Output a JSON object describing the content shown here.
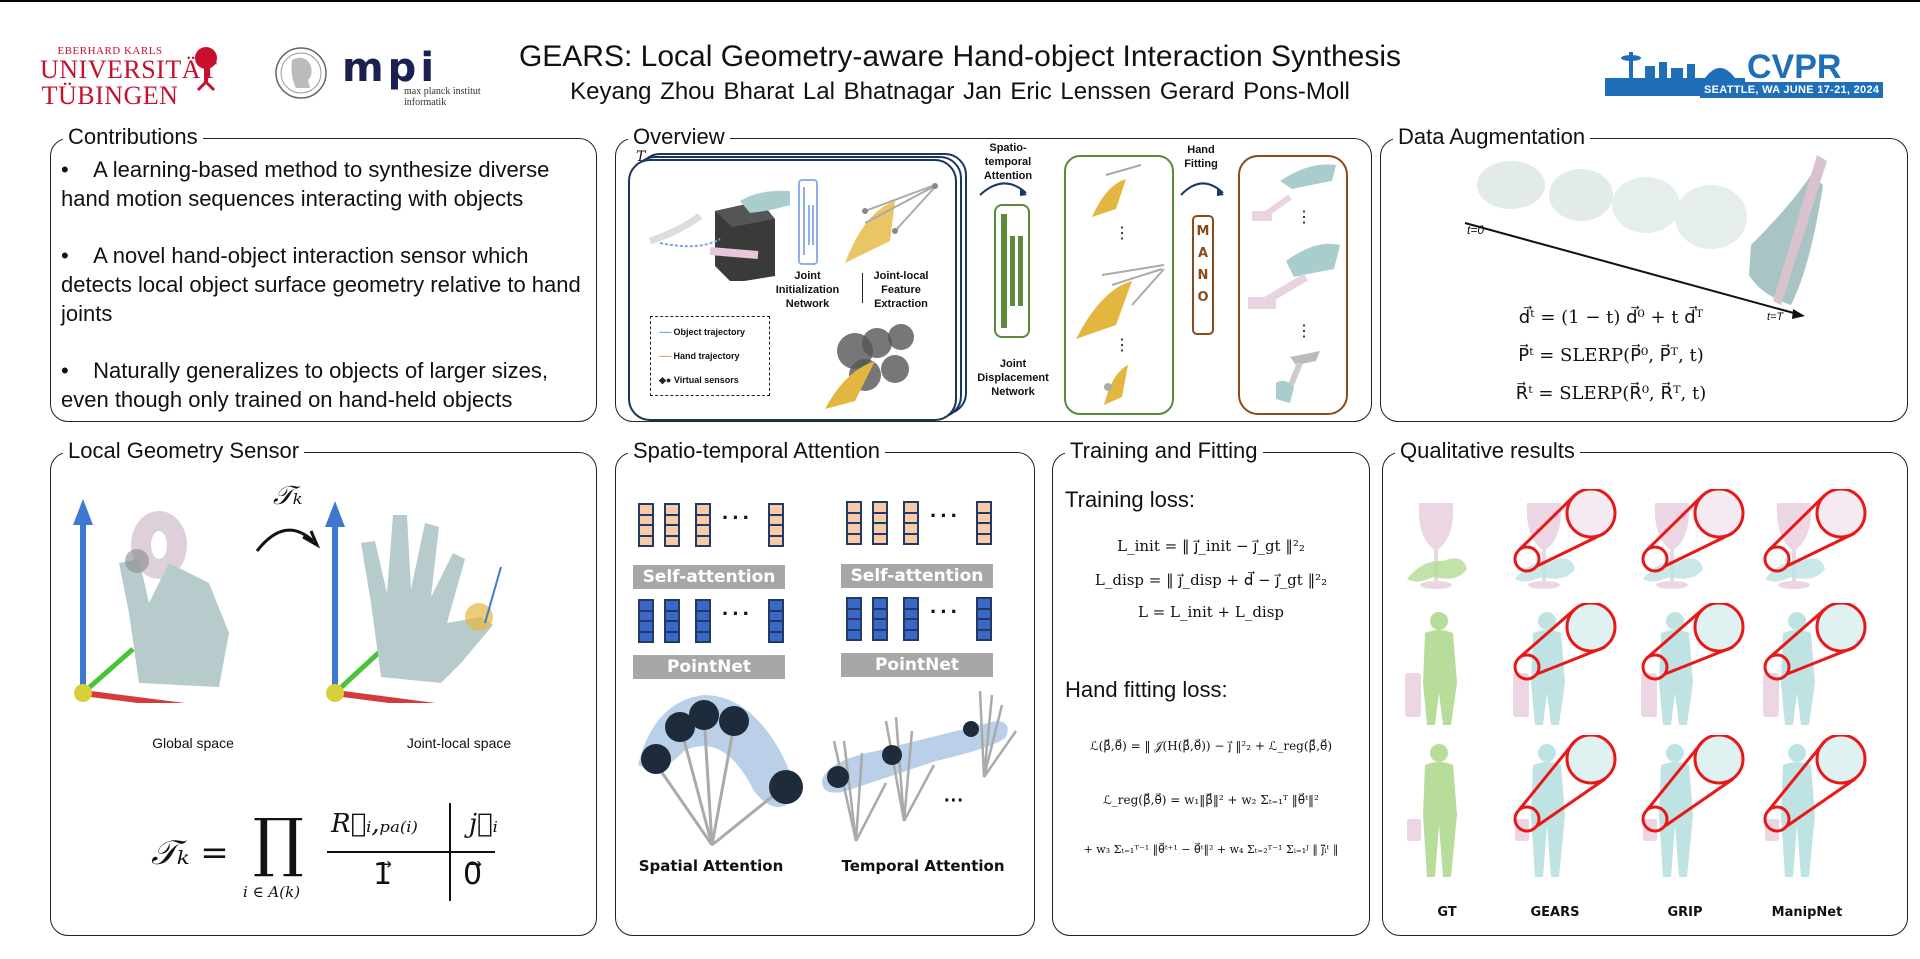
{
  "header": {
    "title": "GEARS: Local Geometry-aware Hand-object Interaction Synthesis",
    "authors": "Keyang Zhou  Bharat Lal Bhatnagar  Jan Eric Lenssen  Gerard Pons-Moll",
    "logos": {
      "tuebingen_line1": "EBERHARD KARLS",
      "tuebingen_line2": "UNIVERSITÄT",
      "tuebingen_line3": "TÜBINGEN",
      "mpi_mark": "mpi",
      "mpi_line1": "max planck institut",
      "mpi_line2": "informatik",
      "cvpr_word": "CVPR",
      "cvpr_sub": "SEATTLE, WA  JUNE 17-21, 2024"
    }
  },
  "contributions": {
    "title": "Contributions",
    "items": [
      "A learning-based method to synthesize diverse hand motion sequences interacting with objects",
      "A novel hand-object interaction sensor which detects local object surface geometry relative to hand joints",
      "Naturally generalizes to objects of larger sizes, even though only trained on hand-held objects"
    ],
    "bullet": "•"
  },
  "overview": {
    "title": "Overview",
    "stack_label": "T",
    "joint_init_label": "Joint Initialization Network",
    "feature_extraction_label": "Joint-local Feature Extraction",
    "legend": [
      "Object trajectory",
      "Hand trajectory",
      "Virtual sensors"
    ],
    "spatio_temporal_label": "Spatio-temporal Attention",
    "joint_disp_label": "Joint Displacement Network",
    "hand_fitting_label": "Hand Fitting",
    "mano_label": "MANO",
    "ellipsis": "⋮"
  },
  "data_augmentation": {
    "title": "Data Augmentation",
    "t_start": "t=0",
    "t_end": "t=T",
    "eq1": "d⃗ᵗ = (1 − t) d⃗⁰ + t d⃗ᵀ",
    "eq2": "P⃗ᵗ = SLERP(P⃗⁰, P⃗ᵀ, t)",
    "eq3": "R⃗ᵗ = SLERP(R⃗⁰, R⃗ᵀ, t)"
  },
  "local_geometry": {
    "title": "Local Geometry Sensor",
    "transform_label": "𝒯ₖ",
    "global_label": "Global space",
    "local_label": "Joint-local space",
    "eq_lhs": "𝒯ₖ =",
    "eq_prod": "∏",
    "eq_sub": "i ∈ A(k)",
    "eq_r": "R⃗ᵢ,ₚₐ₍ᵢ₎",
    "eq_j": "j⃗ᵢ",
    "eq_one": "1⃗",
    "eq_zero": "0⃗"
  },
  "spatio_temporal": {
    "title": "Spatio-temporal Attention",
    "self_attention": "Self-attention",
    "pointnet": "PointNet",
    "dots": "···",
    "spatial_label": "Spatial Attention",
    "temporal_label": "Temporal Attention",
    "colors": {
      "token_orange": "#f7cba8",
      "token_blue": "#3a68c4",
      "token_border": "#223a6a",
      "highlight": "#b9d0e8",
      "sensor": "#1d2b3a"
    }
  },
  "training": {
    "title": "Training and Fitting",
    "training_loss_label": "Training loss:",
    "eq_init": "L_init = ‖ j⃗_init − j⃗_gt ‖²₂",
    "eq_disp": "L_disp = ‖ j⃗_disp + d⃗ − j⃗_gt ‖²₂",
    "eq_total": "L = L_init + L_disp",
    "fitting_loss_label": "Hand fitting loss:",
    "eq_fit": "ℒ(β⃗,θ⃗) = ‖ 𝒥(H(β⃗,θ⃗)) − j⃗ ‖²₂ + ℒ_reg(β⃗,θ⃗)",
    "eq_reg1": "ℒ_reg(β⃗,θ⃗) = w₁‖β⃗‖² + w₂ Σₜ₌₁ᵀ ‖θ⃗ᵗ‖²",
    "eq_reg2": "+ w₃ Σₜ₌₁ᵀ⁻¹ ‖θ⃗ᵗ⁺¹ − θ⃗ᵗ‖² + w₄ Σₜ₌₂ᵀ⁻¹ Σᵢ₌₁ᴶ ‖ j⃗̈ᵢᵗ ‖"
  },
  "qualitative": {
    "title": "Qualitative results",
    "columns": [
      "GT",
      "GEARS",
      "GRIP",
      "ManipNet"
    ],
    "rows": [
      "wine glass",
      "suitcase",
      "briefcase"
    ],
    "colors": {
      "gt": "#b8dd9a",
      "pred": "#bfe3e3",
      "object": "#ecd6e3",
      "zoom_ring": "#e81818"
    }
  }
}
